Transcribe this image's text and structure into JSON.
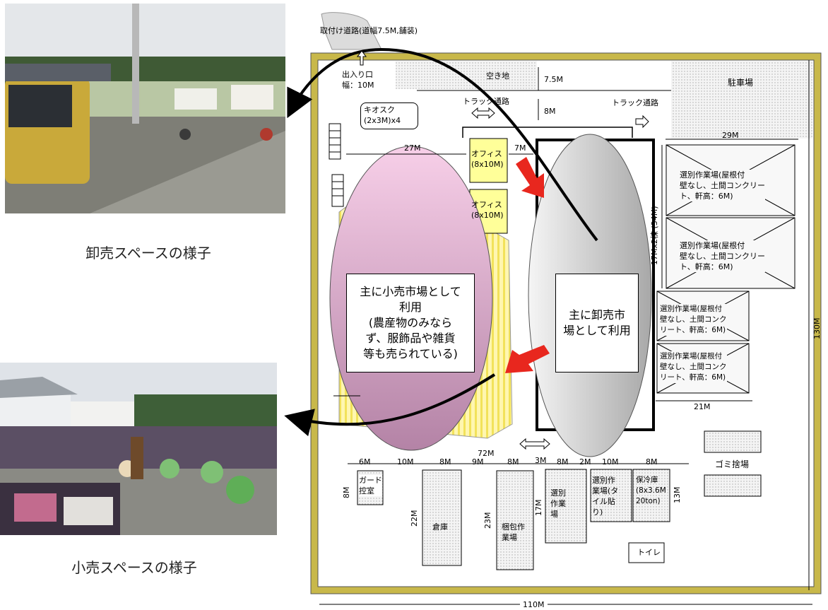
{
  "photos": {
    "wholesale_caption": "卸売スペースの様子",
    "retail_caption": "小売スペースの様子"
  },
  "plan": {
    "access_road": "取付け道路(道幅7.5M,舗装)",
    "entrance": "出入り口\n幅：10M",
    "vacant_lot": "空き地",
    "dim_7_5m": "7.5M",
    "parking": "駐車場",
    "truck_lane_1": "トラック通路",
    "truck_lane_2": "トラック通路",
    "dim_8m": "8M",
    "kiosk": "キオスク\n(2x3M)x4",
    "dim_27m": "27M",
    "dim_7m": "7M",
    "office_1": "オフィス\n(8x10M)",
    "office_2": "オフィス\n(8x10M)",
    "dim_29m": "29M",
    "sort_1": "選別作業場(屋根付\n壁なし、土間コンクリー\nト、軒高：6M)",
    "sort_2": "選別作業場(屋根付\n壁なし、土間コンクリー\nト、軒高：6M)",
    "sort_3": "選別作業場(屋根付\n壁なし、土間コンク\nリート、軒高：6M)",
    "sort_4": "選別作業場(屋根付\n壁なし、土間コンク\nリート、軒高：6M)",
    "dim_17m_2": "17Mx2棟 (34M)",
    "dim_21m": "21M",
    "dim_130m": "130M",
    "dim_110m": "110M",
    "dim_72m": "72M",
    "retail_label": "主に小売市場として\n利用\n(農産物のみなら\nず、服飾品や雑貨\n等も売られている)",
    "wholesale_label": "主に卸売市\n場として利用",
    "garbage": "ゴミ捨場",
    "guard": "ガード\n控室",
    "warehouse": "倉庫",
    "packing": "梱包作\n業場",
    "sorting_small": "選別\n作業\n場",
    "sorting_tile": "選別作\n業場(タ\nイル貼\nり)",
    "cold_storage": "保冷庫\n(8x3.6M\n20ton)",
    "toilet": "トイレ",
    "dims_bottom": [
      "6M",
      "10M",
      "8M",
      "9M",
      "8M",
      "3M",
      "8M",
      "2M",
      "10M",
      "8M"
    ],
    "dim_8m_guard": "8M",
    "dim_22m": "22M",
    "dim_23m": "23M",
    "dim_17m": "17M",
    "dim_13m": "13M"
  },
  "colors": {
    "wall": "#d4c45a",
    "retail_ellipse": "#e6a9cf",
    "wholesale_ellipse": "#cfcfcf",
    "office": "#ffff99",
    "arrow_red": "#e8271e",
    "yellow_zone": "#fff3a0"
  }
}
